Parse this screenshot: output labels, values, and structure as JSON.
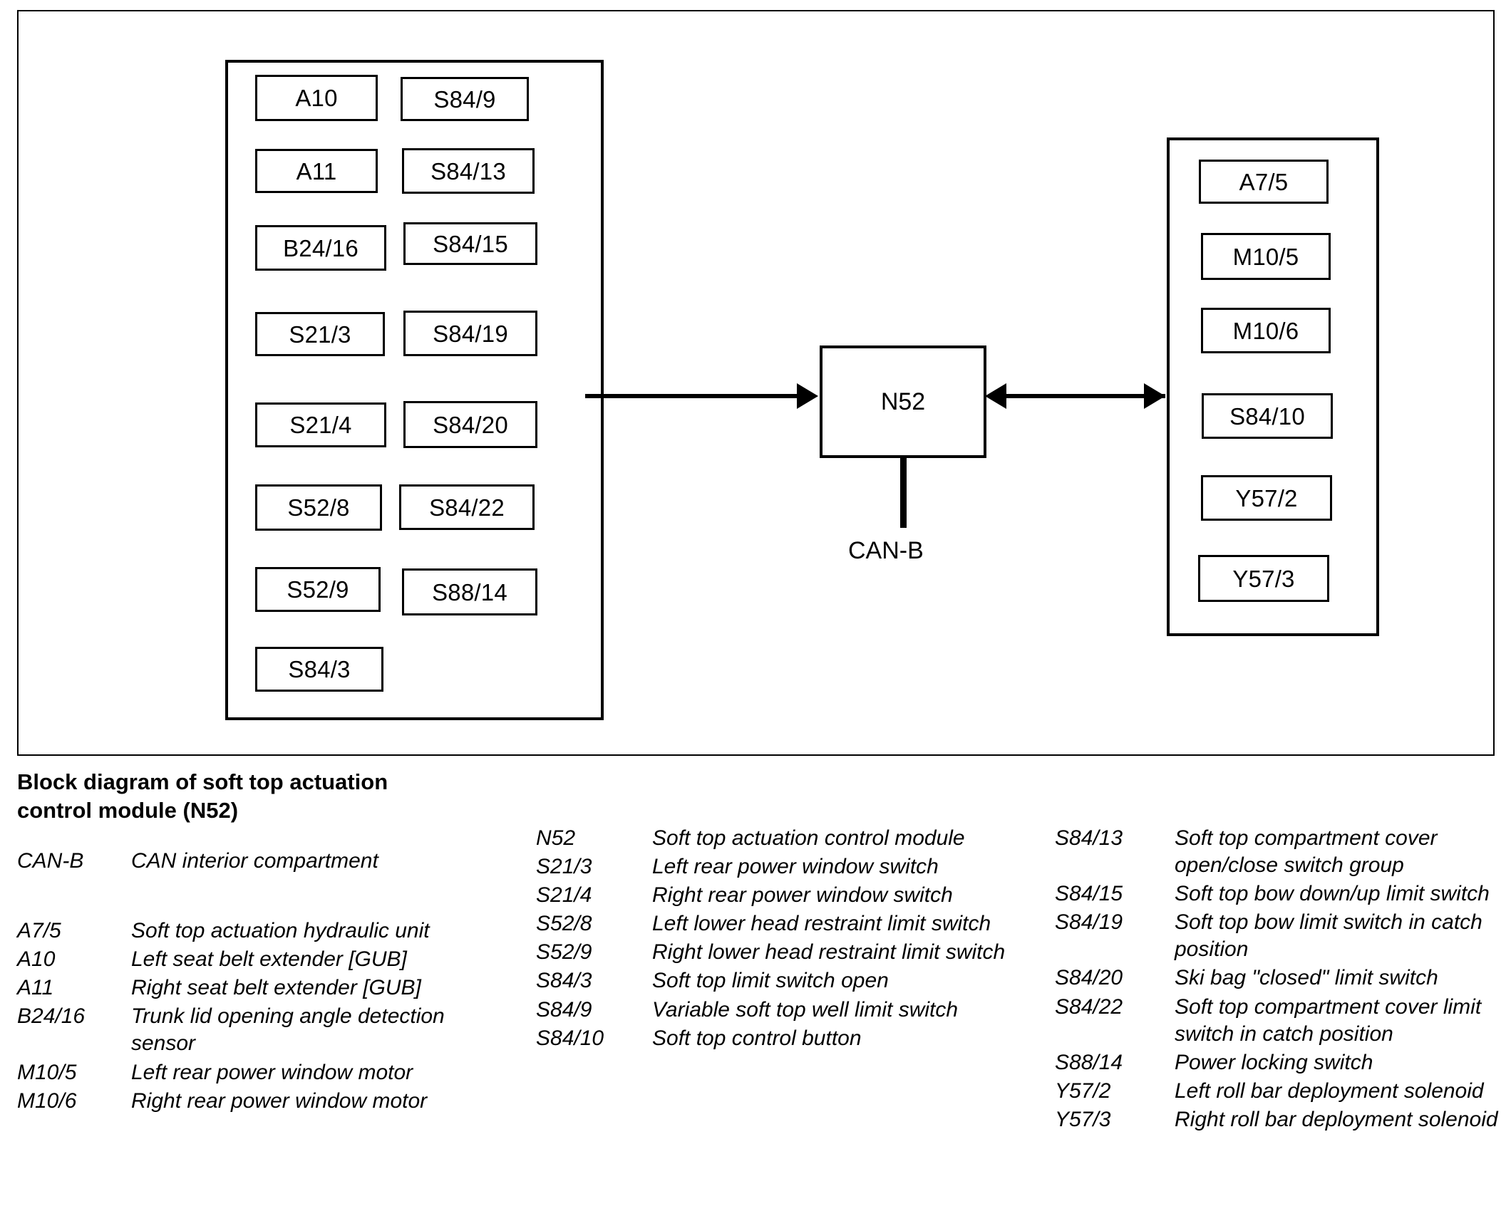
{
  "diagram": {
    "left_group": {
      "column_a": [
        "A10",
        "A11",
        "B24/16",
        "S21/3",
        "S21/4",
        "S52/8",
        "S52/9",
        "S84/3"
      ],
      "column_b": [
        "S84/9",
        "S84/13",
        "S84/15",
        "S84/19",
        "S84/20",
        "S84/22",
        "S88/14"
      ]
    },
    "center": {
      "module": "N52",
      "bus_label": "CAN-B"
    },
    "right_group": {
      "items": [
        "A7/5",
        "M10/5",
        "M10/6",
        "S84/10",
        "Y57/2",
        "Y57/3"
      ]
    }
  },
  "caption": {
    "line1": "Block diagram of soft top actuation",
    "line2": "control module (N52)"
  },
  "legend": {
    "column1": [
      {
        "key": "CAN-B",
        "desc": "CAN interior compartment"
      },
      {
        "key": "A7/5",
        "desc": "Soft top actuation hydraulic unit"
      },
      {
        "key": "A10",
        "desc": "Left seat belt extender [GUB]"
      },
      {
        "key": "A11",
        "desc": "Right seat belt extender [GUB]"
      },
      {
        "key": "B24/16",
        "desc": "Trunk lid opening angle detection sensor"
      },
      {
        "key": "M10/5",
        "desc": "Left rear power window motor"
      },
      {
        "key": "M10/6",
        "desc": "Right rear power window motor"
      }
    ],
    "column2": [
      {
        "key": "N52",
        "desc": "Soft top actuation control module"
      },
      {
        "key": "S21/3",
        "desc": "Left rear power window switch"
      },
      {
        "key": "S21/4",
        "desc": "Right rear power window switch"
      },
      {
        "key": "S52/8",
        "desc": "Left lower head restraint limit switch"
      },
      {
        "key": "S52/9",
        "desc": "Right lower head restraint limit switch"
      },
      {
        "key": "S84/3",
        "desc": "Soft top limit switch open"
      },
      {
        "key": "S84/9",
        "desc": "Variable soft top well limit switch"
      },
      {
        "key": "S84/10",
        "desc": "Soft top control button"
      }
    ],
    "column3": [
      {
        "key": "S84/13",
        "desc": "Soft top compartment cover open/close switch group"
      },
      {
        "key": "S84/15",
        "desc": "Soft top bow down/up limit switch"
      },
      {
        "key": "S84/19",
        "desc": "Soft top bow limit switch in catch position"
      },
      {
        "key": "S84/20",
        "desc": "Ski bag \"closed\" limit switch"
      },
      {
        "key": "S84/22",
        "desc": "Soft top compartment cover limit switch in catch position"
      },
      {
        "key": "S88/14",
        "desc": "Power locking switch"
      },
      {
        "key": "Y57/2",
        "desc": "Left roll bar deployment solenoid"
      },
      {
        "key": "Y57/3",
        "desc": "Right roll bar deployment solenoid"
      }
    ]
  },
  "colors": {
    "stroke": "#000000",
    "background": "#ffffff"
  }
}
